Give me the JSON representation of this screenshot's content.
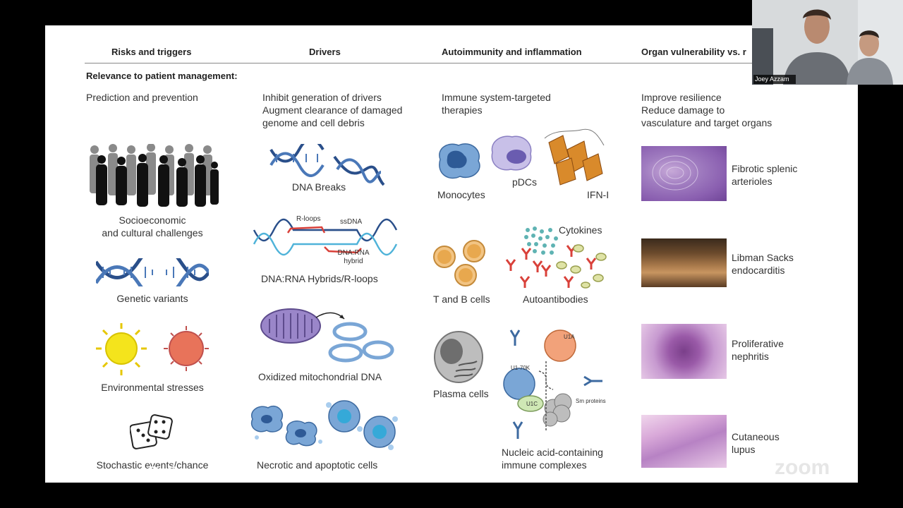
{
  "columns": {
    "risks": {
      "header": "Risks and triggers",
      "relevance": "Prediction and prevention"
    },
    "drivers": {
      "header": "Drivers",
      "relevance_1": "Inhibit generation of drivers",
      "relevance_2": "Augment clearance of damaged",
      "relevance_3": "genome and cell debris"
    },
    "autoimmunity": {
      "header": "Autoimmunity and inflammation",
      "relevance_1": "Immune system-targeted",
      "relevance_2": "therapies"
    },
    "organ": {
      "header": "Organ vulnerability vs. r",
      "relevance_1": "Improve resilience",
      "relevance_2": "Reduce damage to",
      "relevance_3": "vasculature and target organs"
    }
  },
  "relevance_label": "Relevance to patient management:",
  "risks_items": {
    "socio_1": "Socioeconomic",
    "socio_2": "and cultural challenges",
    "genetic": "Genetic variants",
    "environmental": "Environmental stresses",
    "stochastic": "Stochastic events/chance"
  },
  "drivers_items": {
    "dna_breaks": "DNA Breaks",
    "rloops_label": "R-loops",
    "ssdna_label": "ssDNA",
    "hybrid_label_1": "DNA:RNA",
    "hybrid_label_2": "hybrid",
    "hybrids": "DNA:RNA Hybrids/R-loops",
    "mito": "Oxidized mitochondrial DNA",
    "necrotic": "Necrotic and apoptotic cells"
  },
  "immune_items": {
    "monocytes": "Monocytes",
    "pdcs": "pDCs",
    "ifn": "IFN-I",
    "cytokines": "Cytokines",
    "tb_cells": "T and B cells",
    "autoantibodies": "Autoantibodies",
    "plasma": "Plasma cells",
    "u1a": "U1A",
    "u170k": "U1-70K",
    "u1c": "U1C",
    "sm": "Sm proteins",
    "nucleic_1": "Nucleic acid-containing",
    "nucleic_2": "immune complexes"
  },
  "organ_items": {
    "fibrotic_1": "Fibrotic splenic",
    "fibrotic_2": "arterioles",
    "libman_1": "Libman Sacks",
    "libman_2": "endocarditis",
    "prolif_1": "Proliferative",
    "prolif_2": "nephritis",
    "cutaneous_1": "Cutaneous",
    "cutaneous_2": "lupus"
  },
  "webcam": {
    "name": "Joey Azzam"
  },
  "watermark": "zoom",
  "controls": {
    "back": "back-icon",
    "pen": "pen-icon",
    "zoom": "magnifier-icon",
    "cc": "CC",
    "camera": "camera-icon",
    "more": "more-icon",
    "forward": "forward-icon"
  }
}
